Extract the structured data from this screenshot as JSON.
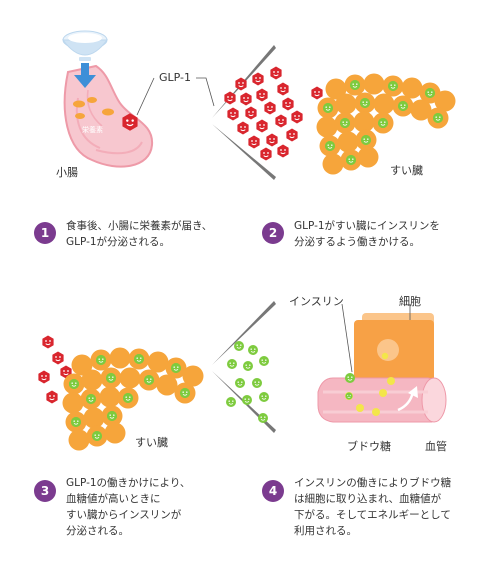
{
  "labels": {
    "glp1": "GLP-1",
    "small_intestine": "小腸",
    "nutrients": "栄養素",
    "pancreas_top": "すい臓",
    "pancreas_bottom": "すい臓",
    "insulin": "インスリン",
    "cell": "細胞",
    "glucose": "ブドウ糖",
    "blood_vessel": "血管"
  },
  "steps": [
    {
      "number": "1",
      "lines": [
        "食事後、小腸に栄養素が届き、",
        "GLP-1が分泌される。"
      ]
    },
    {
      "number": "2",
      "lines": [
        "GLP-1がすい臓にインスリンを",
        "分泌するよう働きかける。"
      ]
    },
    {
      "number": "3",
      "lines": [
        "GLP-1の働きかけにより、",
        "血糖値が高いときに",
        "すい臓からインスリンが",
        "分泌される。"
      ]
    },
    {
      "number": "4",
      "lines": [
        "インスリンの働きによりブドウ糖",
        "は細胞に取り込まれ、血糖値が",
        "下がる。そしてエネルギーとして",
        "利用される。"
      ]
    }
  ],
  "colors": {
    "badge": "#7b3b8f",
    "glp1_hormone": "#d9262e",
    "insulin_particle": "#7ecb3f",
    "pancreas_cells": "#f6a53b",
    "intestine": "#f7c7cf",
    "arrow": "#3d8fd8",
    "cell_block": "#f7a146",
    "vessel": "#f5b7c2",
    "glucose_dot": "#f3e64a"
  },
  "icons": {
    "hormone": "red-hexagon-face-icon",
    "insulin": "green-circle-face-icon",
    "food": "rice-bowl-icon"
  }
}
